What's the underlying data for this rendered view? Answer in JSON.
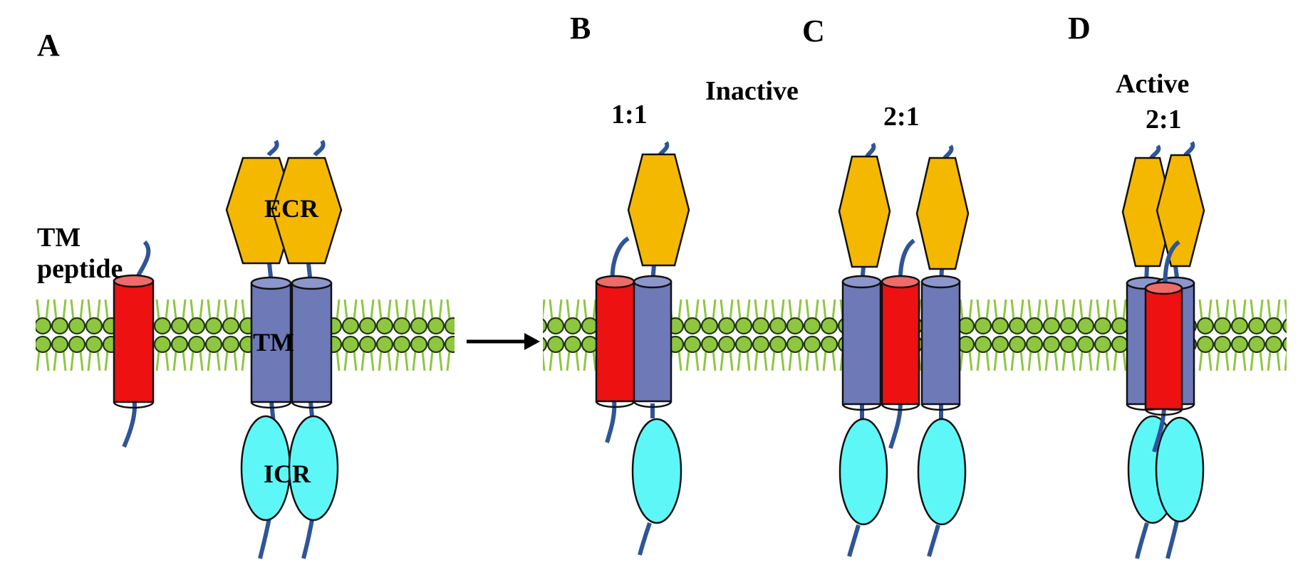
{
  "panels": {
    "a": {
      "letter": "A",
      "tm_label_1": "TM",
      "tm_label_2": "peptide",
      "ecr_label": "ECR",
      "tm_label": "TM",
      "icr_label": "ICR"
    },
    "b": {
      "letter": "B",
      "ratio": "1:1"
    },
    "c": {
      "letter": "C",
      "ratio": "2:1"
    },
    "d": {
      "letter": "D",
      "state": "Active",
      "ratio": "2:1"
    }
  },
  "group_label_inactive": "Inactive",
  "colors": {
    "receptor_tm": "#6e79b8",
    "peptide_tm": "#ee1111",
    "ecr": "#f5b800",
    "icr": "#5ef7f7",
    "linker": "#2f5597",
    "lipid_head": "#8fc63f",
    "lipid_tail": "#8fc63f",
    "arrow": "#000000"
  }
}
